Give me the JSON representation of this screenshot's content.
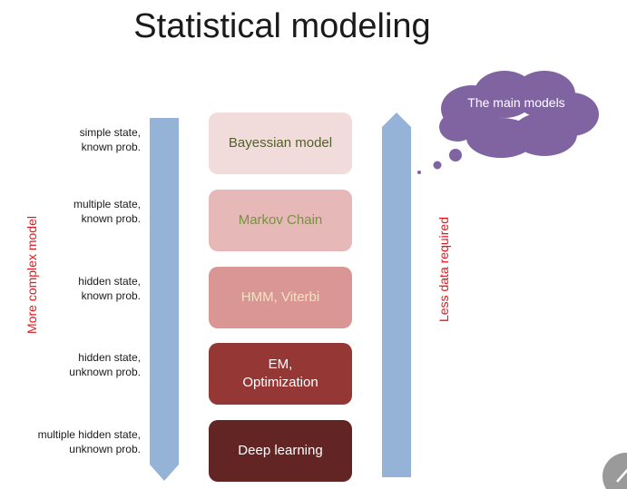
{
  "title": "Statistical modeling",
  "left_axis_label": "More complex model",
  "right_axis_label": "Less data required",
  "descriptions": [
    "simple state,\nknown prob.",
    "multiple state,\nknown prob.",
    "hidden state,\nknown prob.",
    "hidden state,\nunknown prob.",
    "multiple hidden state,\nunknown prob."
  ],
  "models": [
    {
      "label": "Bayessian model",
      "fill": "#f2dcdb",
      "text_color": "#4f6228"
    },
    {
      "label": "Markov Chain",
      "fill": "#e6b9b8",
      "text_color": "#76923c"
    },
    {
      "label": "HMM, Viterbi",
      "fill": "#d99694",
      "text_color": "#f2e4c4"
    },
    {
      "label": "EM,\nOptimization",
      "fill": "#953735",
      "text_color": "#ffffff"
    },
    {
      "label": "Deep learning",
      "fill": "#632523",
      "text_color": "#ffffff"
    }
  ],
  "callout": {
    "text": "The main models",
    "fill": "#8064a2"
  },
  "colors": {
    "arrow": "#95b3d7",
    "axis_label": "#e8141b"
  }
}
